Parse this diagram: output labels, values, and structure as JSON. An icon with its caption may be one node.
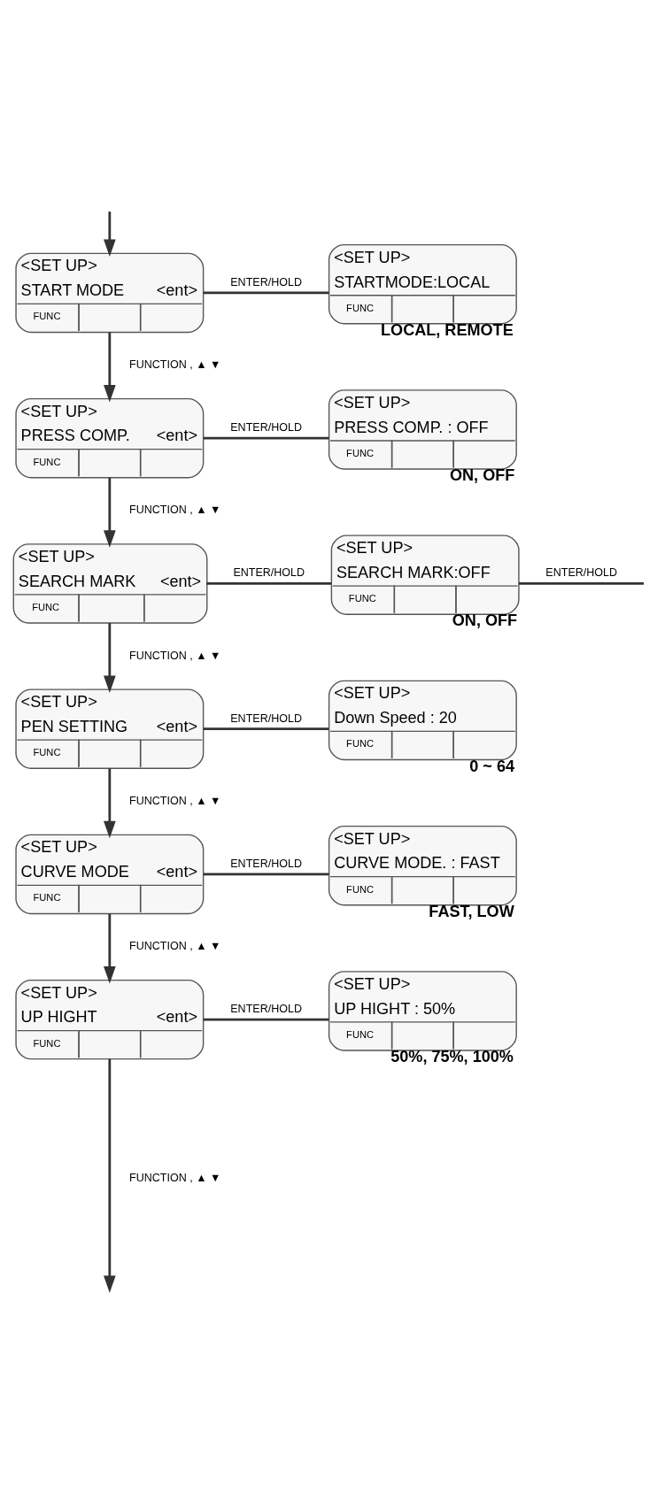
{
  "diagram": {
    "nodes": [
      {
        "text": [
          "<SET UP>",
          "START MODE",
          "<ent>",
          "FUNC"
        ]
      },
      {
        "text": [
          "<SET UP>",
          "STARTMODE:LOCAL",
          "FUNC"
        ],
        "beside": [
          "LOCAL, REMOTE"
        ]
      },
      {
        "text": [
          "<SET UP>",
          "PRESS COMP.",
          "<ent>",
          "FUNC"
        ]
      },
      {
        "text": [
          "<SET UP>",
          "PRESS COMP. : OFF",
          "FUNC"
        ],
        "beside": [
          "ON, OFF"
        ]
      },
      {
        "text": [
          "<SET UP>",
          "SEARCH MARK",
          "<ent>",
          "FUNC"
        ]
      },
      {
        "text": [
          "<SET UP>",
          "SEARCH MARK:OFF",
          "FUNC"
        ],
        "beside": [
          "ON, OFF"
        ]
      },
      {
        "text": [
          "<SET UP>",
          "PEN SETTING",
          "<ent>",
          "FUNC"
        ]
      },
      {
        "text": [
          "<SET UP>",
          "Down Speed : 20",
          "FUNC"
        ],
        "beside": [
          "0 ~ 64"
        ]
      },
      {
        "text": [
          "<SET UP>",
          "CURVE MODE",
          "<ent>",
          "FUNC"
        ]
      },
      {
        "text": [
          "<SET UP>",
          "CURVE MODE. : FAST",
          "FUNC"
        ],
        "beside": [
          "FAST, LOW"
        ]
      },
      {
        "text": [
          "<SET UP>",
          "UP HIGHT",
          "<ent>",
          "FUNC"
        ]
      },
      {
        "text": [
          "<SET UP>",
          "UP HIGHT : 50%",
          "FUNC"
        ],
        "beside": [
          "50%, 75%, 100%"
        ]
      }
    ],
    "edges": [
      {
        "from": null,
        "to": 0,
        "arrow": "to"
      },
      {
        "from": 0,
        "to": 1,
        "arrow": "none",
        "label": "ENTER/HOLD"
      },
      {
        "from": 0,
        "to": 2,
        "arrow": "to",
        "label": "FUNCTION , ▲ ▼"
      },
      {
        "from": 2,
        "to": 3,
        "arrow": "none",
        "label": "ENTER/HOLD"
      },
      {
        "from": 2,
        "to": 4,
        "arrow": "to",
        "label": "FUNCTION , ▲ ▼"
      },
      {
        "from": 4,
        "to": 5,
        "arrow": "none",
        "label": "ENTER/HOLD"
      },
      {
        "from": 5,
        "to": null,
        "arrow": "none",
        "label": "ENTER/HOLD"
      },
      {
        "from": 4,
        "to": 6,
        "arrow": "to",
        "label": "FUNCTION , ▲ ▼"
      },
      {
        "from": 6,
        "to": 7,
        "arrow": "none",
        "label": "ENTER/HOLD"
      },
      {
        "from": 6,
        "to": 8,
        "arrow": "to",
        "label": "FUNCTION , ▲ ▼"
      },
      {
        "from": 8,
        "to": 9,
        "arrow": "none",
        "label": "ENTER/HOLD"
      },
      {
        "from": 8,
        "to": 10,
        "arrow": "to",
        "label": "FUNCTION , ▲ ▼"
      },
      {
        "from": 10,
        "to": 11,
        "arrow": "none",
        "label": "ENTER/HOLD"
      },
      {
        "from": 10,
        "to": null,
        "arrow": "to",
        "label": "FUNCTION , ▲ ▼"
      }
    ]
  }
}
